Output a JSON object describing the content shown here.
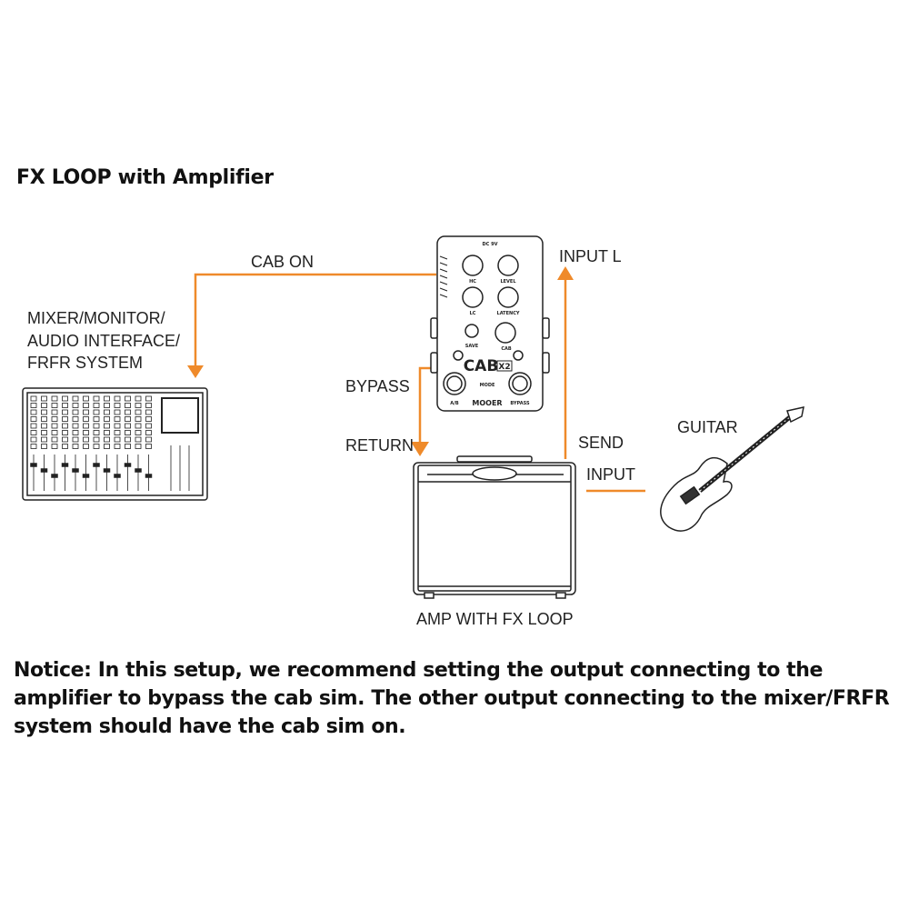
{
  "title": "FX LOOP with Amplifier",
  "labels": {
    "cab_on": "CAB ON",
    "mixer_line1": "MIXER/MONITOR/",
    "mixer_line2": "AUDIO INTERFACE/",
    "mixer_line3": "FRFR SYSTEM",
    "input_l": "INPUT L",
    "bypass": "BYPASS",
    "return": "RETURN",
    "send": "SEND",
    "input": "INPUT",
    "guitar": "GUITAR",
    "amp": "AMP WITH FX LOOP"
  },
  "pedal": {
    "brand": "MOOER",
    "model": "CAB",
    "model_badge": "X2",
    "power": "DC 9V",
    "knobs": [
      "HC",
      "LEVEL",
      "LC",
      "LATENCY",
      "CAB"
    ],
    "save": "SAVE",
    "mode": "MODE",
    "left_switch": "A/B",
    "right_switch": "BYPASS"
  },
  "notice": "Notice: In this setup, we recommend setting the output connecting to the amplifier to bypass the cab sim. The other output connecting to the mixer/FRFR system should have the cab sim on.",
  "colors": {
    "accent": "#ef8a2a",
    "line": "#222222"
  }
}
